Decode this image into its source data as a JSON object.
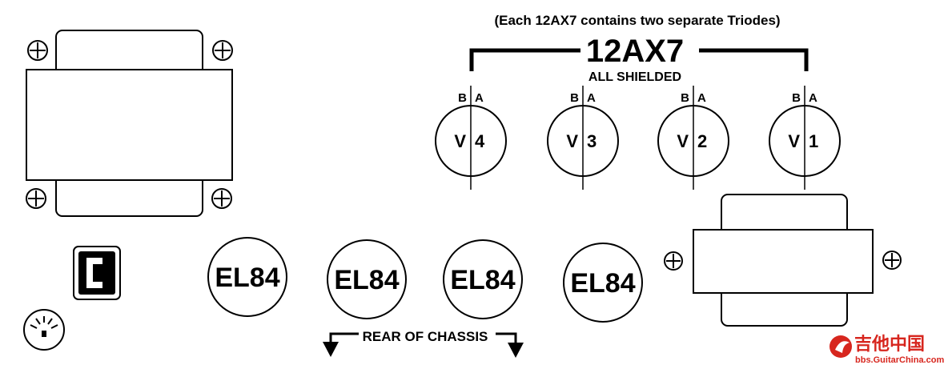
{
  "header": {
    "note": "(Each 12AX7 contains  two  separate Triodes)",
    "tube_type": "12AX7",
    "shield_note": "ALL SHIELDED"
  },
  "preamp_tubes": [
    {
      "id": "v4",
      "left": "V",
      "num": "4",
      "pin_b": "B",
      "pin_a": "A"
    },
    {
      "id": "v3",
      "left": "V",
      "num": "3",
      "pin_b": "B",
      "pin_a": "A"
    },
    {
      "id": "v2",
      "left": "V",
      "num": "2",
      "pin_b": "B",
      "pin_a": "A"
    },
    {
      "id": "v1",
      "left": "V",
      "num": "1",
      "pin_b": "B",
      "pin_a": "A"
    }
  ],
  "power_tubes": [
    {
      "id": "p1",
      "label": "EL84"
    },
    {
      "id": "p2",
      "label": "EL84"
    },
    {
      "id": "p3",
      "label": "EL84"
    },
    {
      "id": "p4",
      "label": "EL84"
    }
  ],
  "footer": {
    "rear_label": "REAR OF CHASSIS"
  },
  "watermark": {
    "cn_text": "吉他中国",
    "url_text": "bbs.GuitarChina.com",
    "color": "#d7261e"
  }
}
